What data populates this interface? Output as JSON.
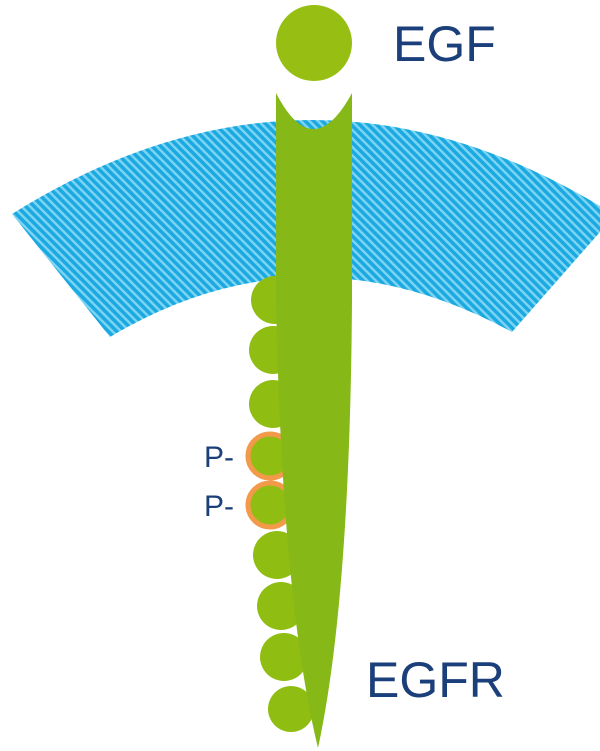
{
  "labels": {
    "ligand": "EGF",
    "receptor": "EGFR",
    "phospho_1": "P-",
    "phospho_2": "P-"
  },
  "colors": {
    "membrane": "#1aa9e0",
    "membrane_stripe": "#7dd3f2",
    "ligand": "#97bf13",
    "receptor": "#86b817",
    "domain": "#90bd12",
    "phospho_ring": "#f29a4a",
    "text": "#1b3f7a"
  }
}
